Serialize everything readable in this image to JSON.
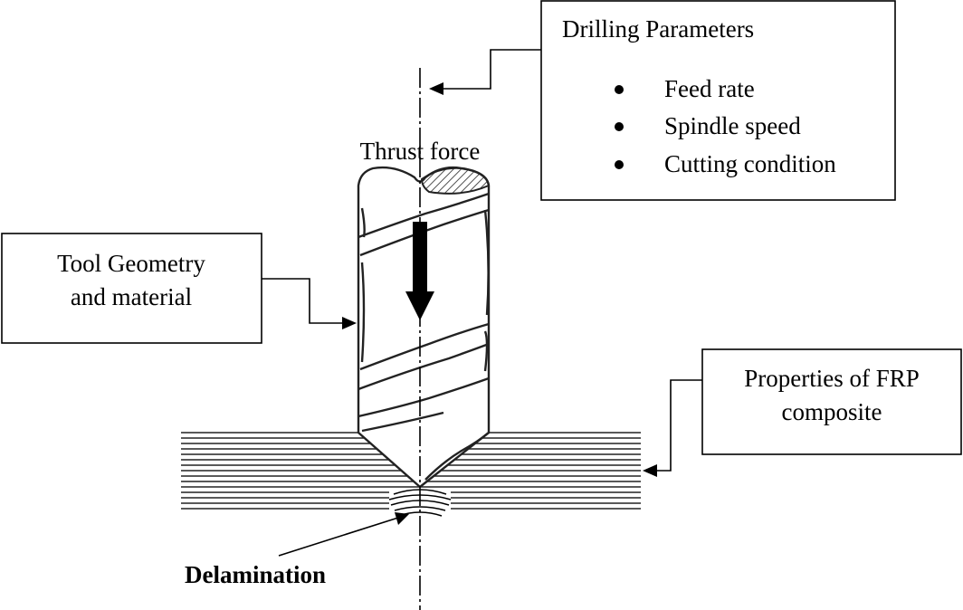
{
  "drilling_box": {
    "title": "Drilling Parameters",
    "items": [
      "Feed rate",
      "Spindle speed",
      "Cutting condition"
    ]
  },
  "tool_box": {
    "line1": "Tool Geometry",
    "line2": "and material"
  },
  "frp_box": {
    "line1": "Properties of FRP",
    "line2": "composite"
  },
  "thrust_label": "Thrust force",
  "delamination_label": "Delamination"
}
